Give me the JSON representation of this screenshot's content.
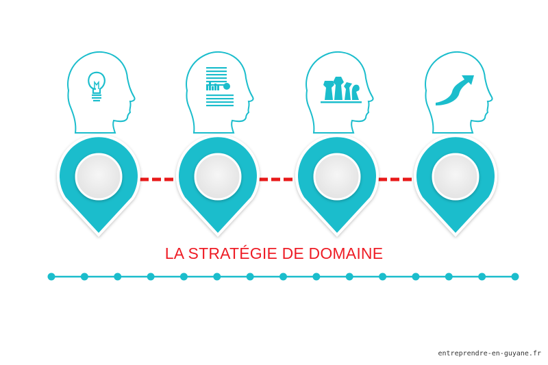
{
  "title": "LA STRATÉGIE DE DOMAINE",
  "watermark": "entreprendre-en-guyane.fr",
  "colors": {
    "accent": "#1bbdcc",
    "title": "#ee1c25",
    "connector": "#e81a1a",
    "pin_inner": "#ececec"
  },
  "heads": [
    {
      "icon": "lightbulb-icon"
    },
    {
      "icon": "document-chart-icon"
    },
    {
      "icon": "chess-pieces-icon"
    },
    {
      "icon": "growth-arrow-icon"
    }
  ],
  "timeline_dots": 15
}
